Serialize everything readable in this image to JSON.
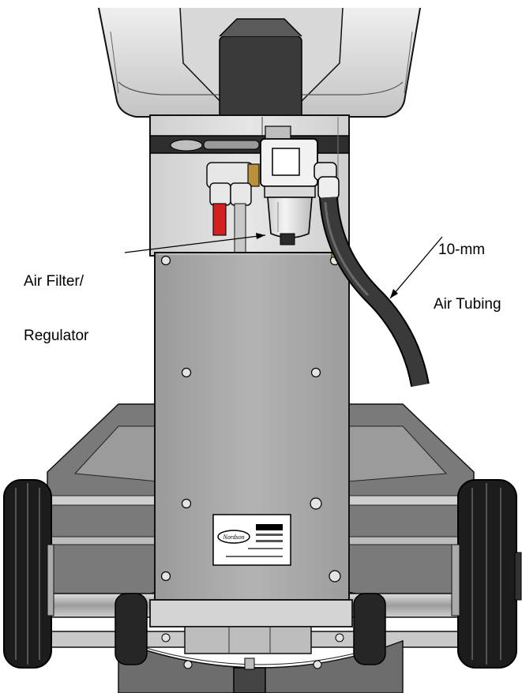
{
  "callouts": {
    "filter_line1": "Air Filter/",
    "filter_line2": "Regulator",
    "tubing_line1": "10-mm",
    "tubing_line2": "Air Tubing"
  },
  "badge": {
    "brand": "Nordson"
  },
  "colors": {
    "outline": "#111111",
    "panel": "#a9a9a9",
    "panel_dark": "#8c8c8c",
    "light_metal": "#dcdcdc",
    "tube": "#3a3a3a",
    "tire": "#1c1c1c",
    "fitting_red": "#d42020",
    "brass": "#b8913a"
  }
}
